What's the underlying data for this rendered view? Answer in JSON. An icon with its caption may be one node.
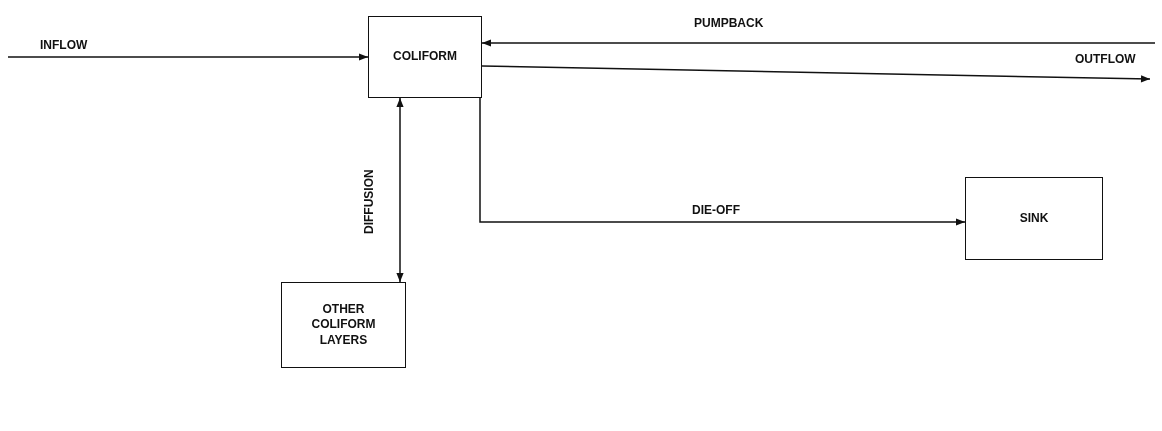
{
  "diagram": {
    "nodes": [
      {
        "text": [
          "COLIFORM"
        ]
      },
      {
        "text": [
          "SINK"
        ]
      },
      {
        "text": [
          "OTHER COLIFORM LAYERS"
        ]
      }
    ],
    "edges": [
      {
        "from": null,
        "to": 0,
        "arrow": "to",
        "label": "INFLOW"
      },
      {
        "from": null,
        "to": 0,
        "arrow": "to",
        "label": "PUMPBACK"
      },
      {
        "from": 0,
        "to": null,
        "arrow": "to",
        "label": "OUTFLOW"
      },
      {
        "from": 0,
        "to": 1,
        "arrow": "to",
        "label": "DIE-OFF"
      },
      {
        "from": 0,
        "to": 2,
        "arrow": "both",
        "label": "DIFFUSION"
      }
    ]
  }
}
